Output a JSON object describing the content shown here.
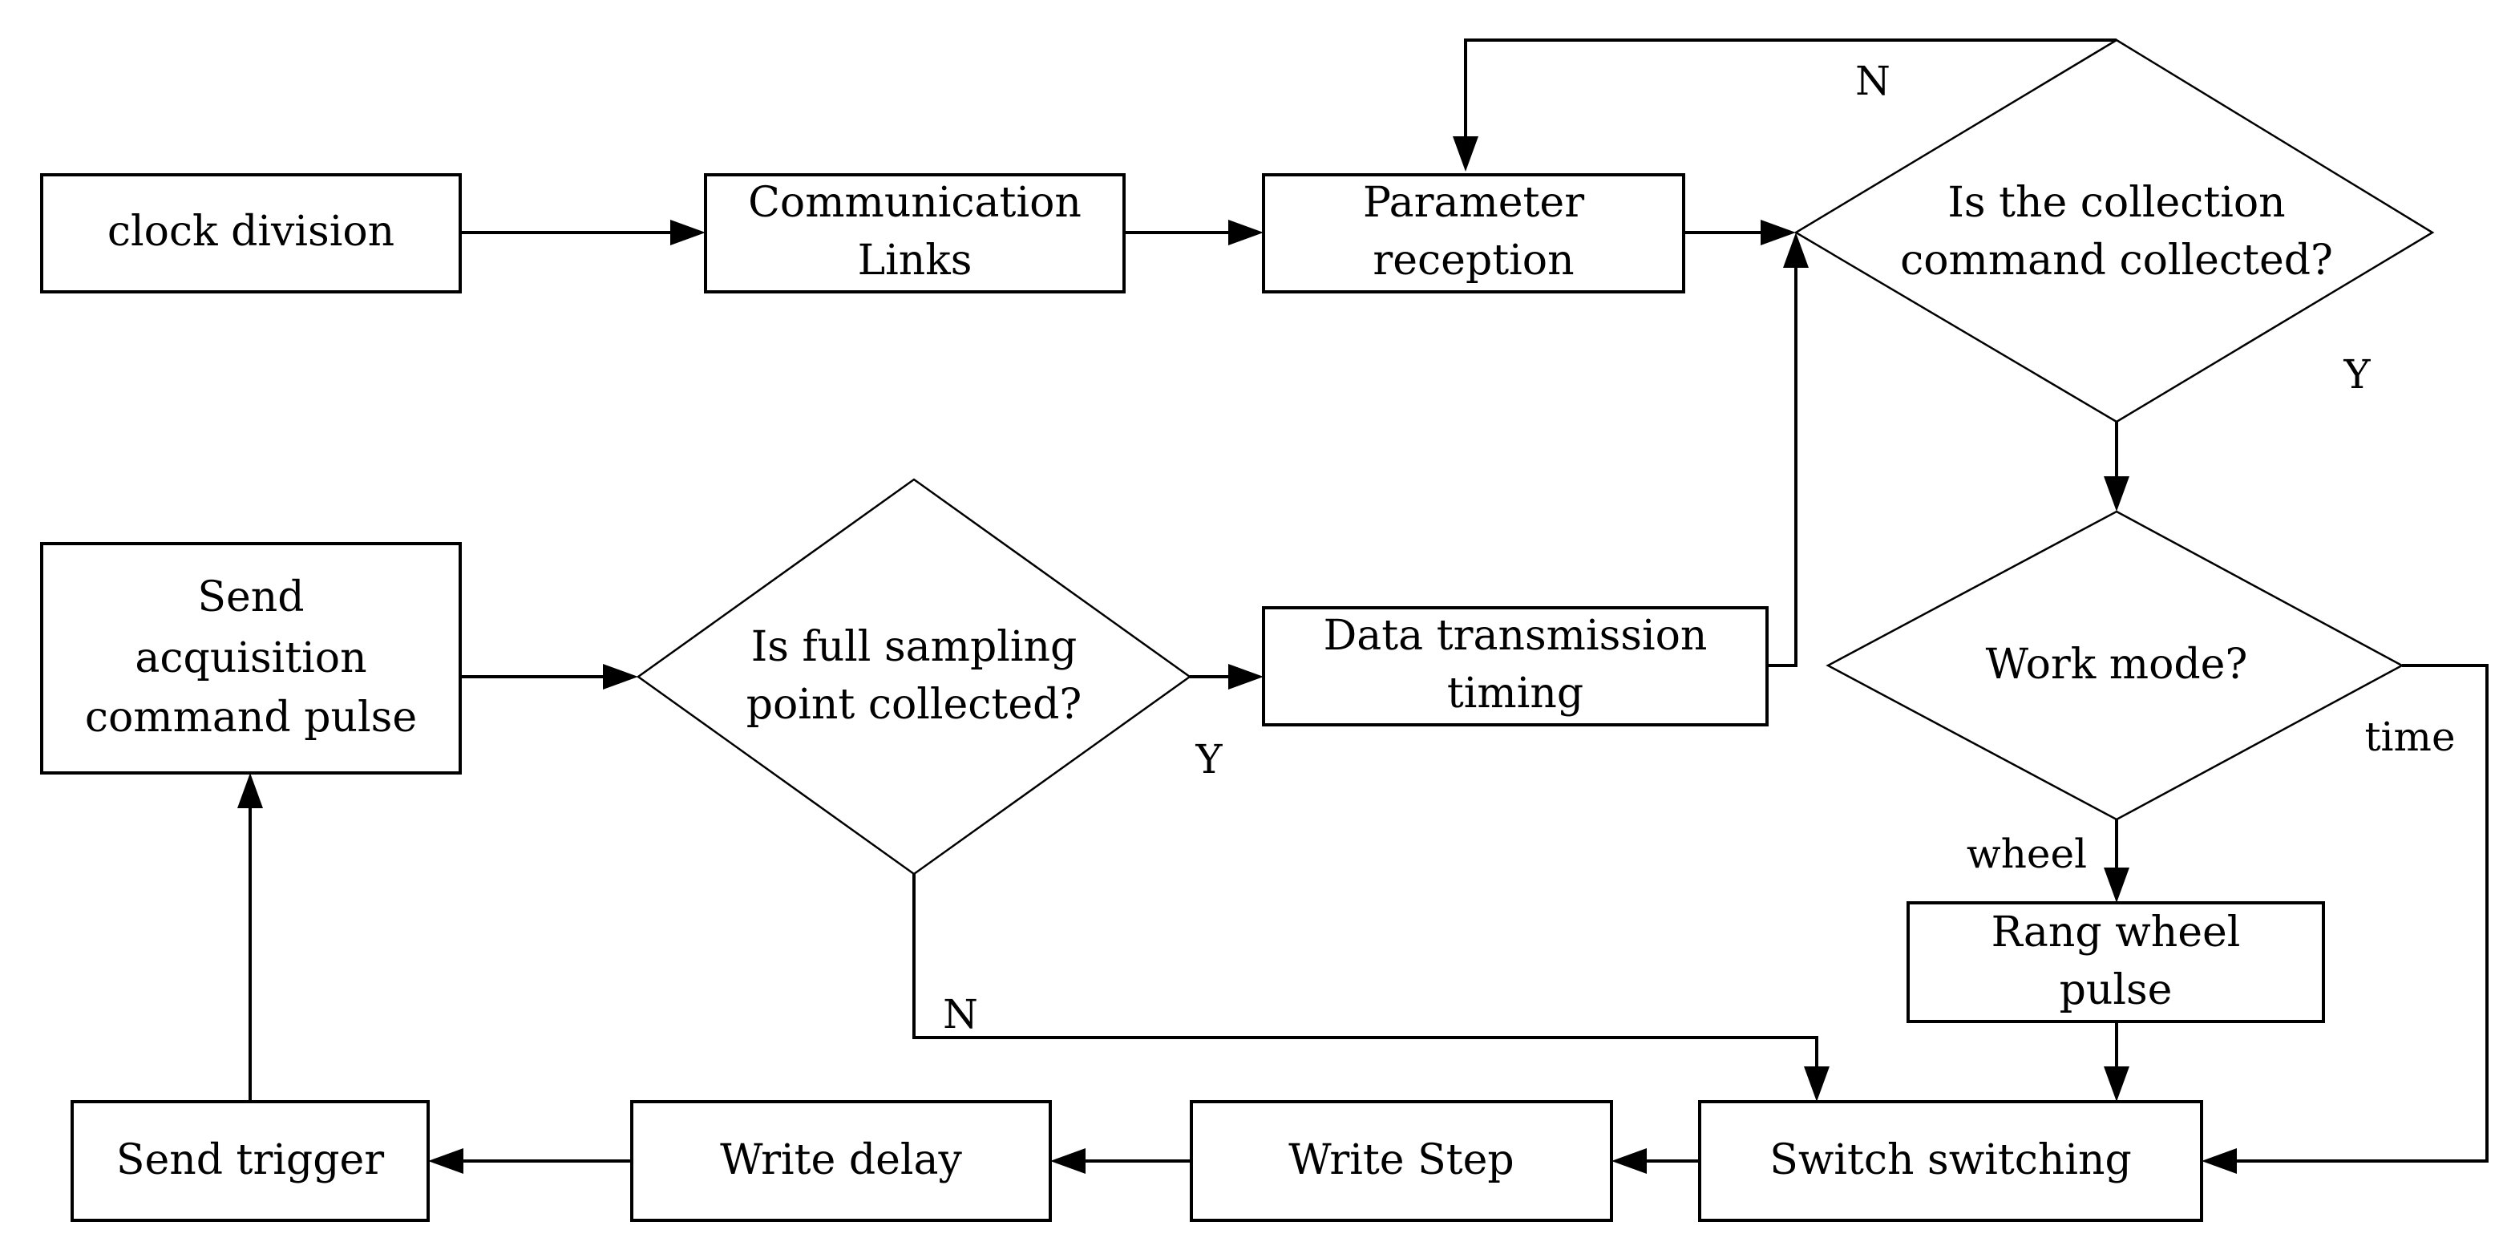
{
  "nodes": {
    "clock_division": [
      "clock division"
    ],
    "communication_links": [
      "Communication",
      "Links"
    ],
    "parameter_reception": [
      "Parameter",
      "reception"
    ],
    "collection_check": [
      "Is the collection",
      "command collected?"
    ],
    "work_mode": [
      "Work mode?"
    ],
    "rang_wheel_pulse": [
      "Rang wheel",
      "pulse"
    ],
    "switch_switching": [
      "Switch switching"
    ],
    "write_step": [
      "Write Step"
    ],
    "write_delay": [
      "Write delay"
    ],
    "send_trigger": [
      "Send trigger"
    ],
    "send_acquisition": [
      "Send",
      "acquisition",
      "command pulse"
    ],
    "full_sampling_check": [
      "Is full sampling",
      "point collected?"
    ],
    "data_transmission_timing": [
      "Data transmission",
      "timing"
    ]
  },
  "edge_labels": {
    "collection_no": "N",
    "collection_yes": "Y",
    "mode_time": "time",
    "mode_wheel": "wheel",
    "sampling_yes": "Y",
    "sampling_no": "N"
  },
  "colors": {
    "stroke": "#000000",
    "background": "#ffffff"
  }
}
